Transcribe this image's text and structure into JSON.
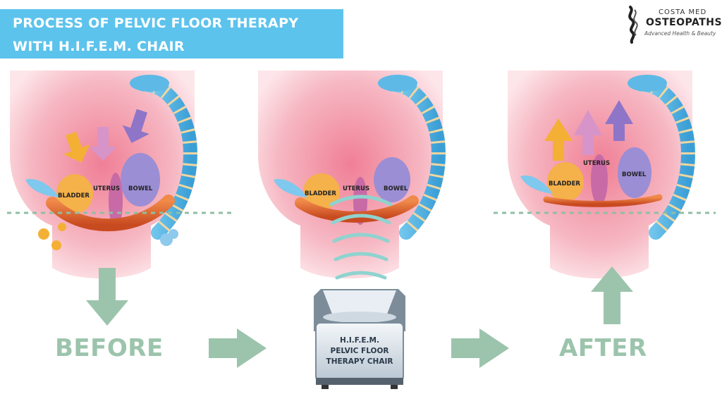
{
  "title": {
    "line1": "PROCESS OF PELVIC FLOOR THERAPY",
    "line2": "WITH H.I.F.E.M. CHAIR"
  },
  "logo": {
    "top": "COSTA MED",
    "main": "OSTEOPATHS",
    "sub": "Advanced Health & Beauty"
  },
  "stages": {
    "before": "BEFORE",
    "after": "AFTER",
    "chair_line1": "H.I.F.E.M.",
    "chair_line2": "PELVIC FLOOR",
    "chair_line3": "THERAPY CHAIR"
  },
  "organs": {
    "bladder": "BLADDER",
    "uterus": "UTERUS",
    "bowel": "BOWEL"
  },
  "colors": {
    "title_bg": "#5cc3ec",
    "skin": "#f2a8b4",
    "bladder": "#f5b14a",
    "uterus": "#c86aa6",
    "bowel": "#9b8ed4",
    "spine": "#5eb9e6",
    "muscle": "#e4662e",
    "arrow_green": "#9cc4ac",
    "wave": "#8fd3cf"
  }
}
